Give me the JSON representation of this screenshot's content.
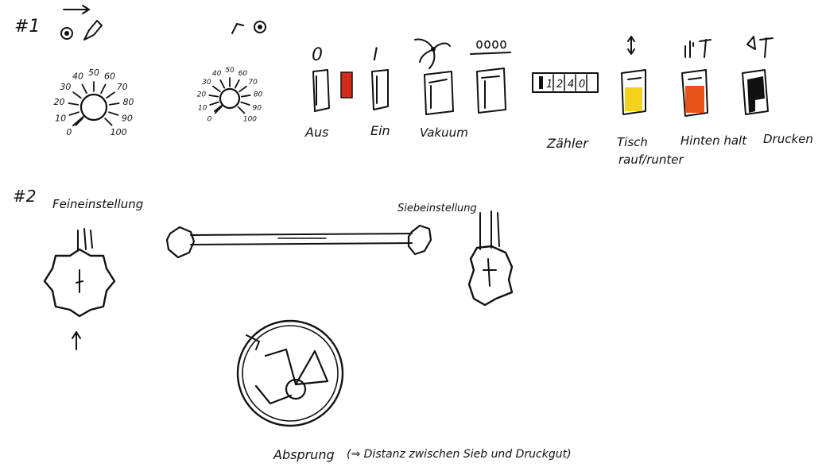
{
  "section1": {
    "marker": "#1",
    "dial_large": {
      "ticks": [
        "0",
        "10",
        "20",
        "30",
        "40",
        "50",
        "60",
        "70",
        "80",
        "90",
        "100"
      ]
    },
    "dial_small": {
      "ticks": [
        "0",
        "10",
        "20",
        "30",
        "40",
        "50",
        "60",
        "70",
        "80",
        "90",
        "100"
      ]
    },
    "switches": [
      {
        "symbol": "0",
        "label": "Aus"
      },
      {
        "symbol": "I",
        "label": "Ein"
      },
      {
        "symbol": "",
        "label": "Vakuum"
      }
    ],
    "counter": {
      "label": "Zähler",
      "digits": [
        "1",
        "2",
        "4",
        "0"
      ]
    },
    "indicators": [
      {
        "label_line1": "Tisch",
        "label_line2": "rauf/runter",
        "color": "#f2d31a"
      },
      {
        "label_line1": "Hinten halt",
        "label_line2": "",
        "color": "#e8531a"
      },
      {
        "label_line1": "Drucken",
        "label_line2": "",
        "color": "#111111"
      }
    ],
    "red_indicator_color": "#d42a1a"
  },
  "section2": {
    "marker": "#2",
    "fine_label": "Feineinstellung",
    "screen_label": "Siebeinstellung",
    "jump_label": "Absprung",
    "jump_note": "(⇒ Distanz zwischen Sieb und Druckgut)"
  }
}
